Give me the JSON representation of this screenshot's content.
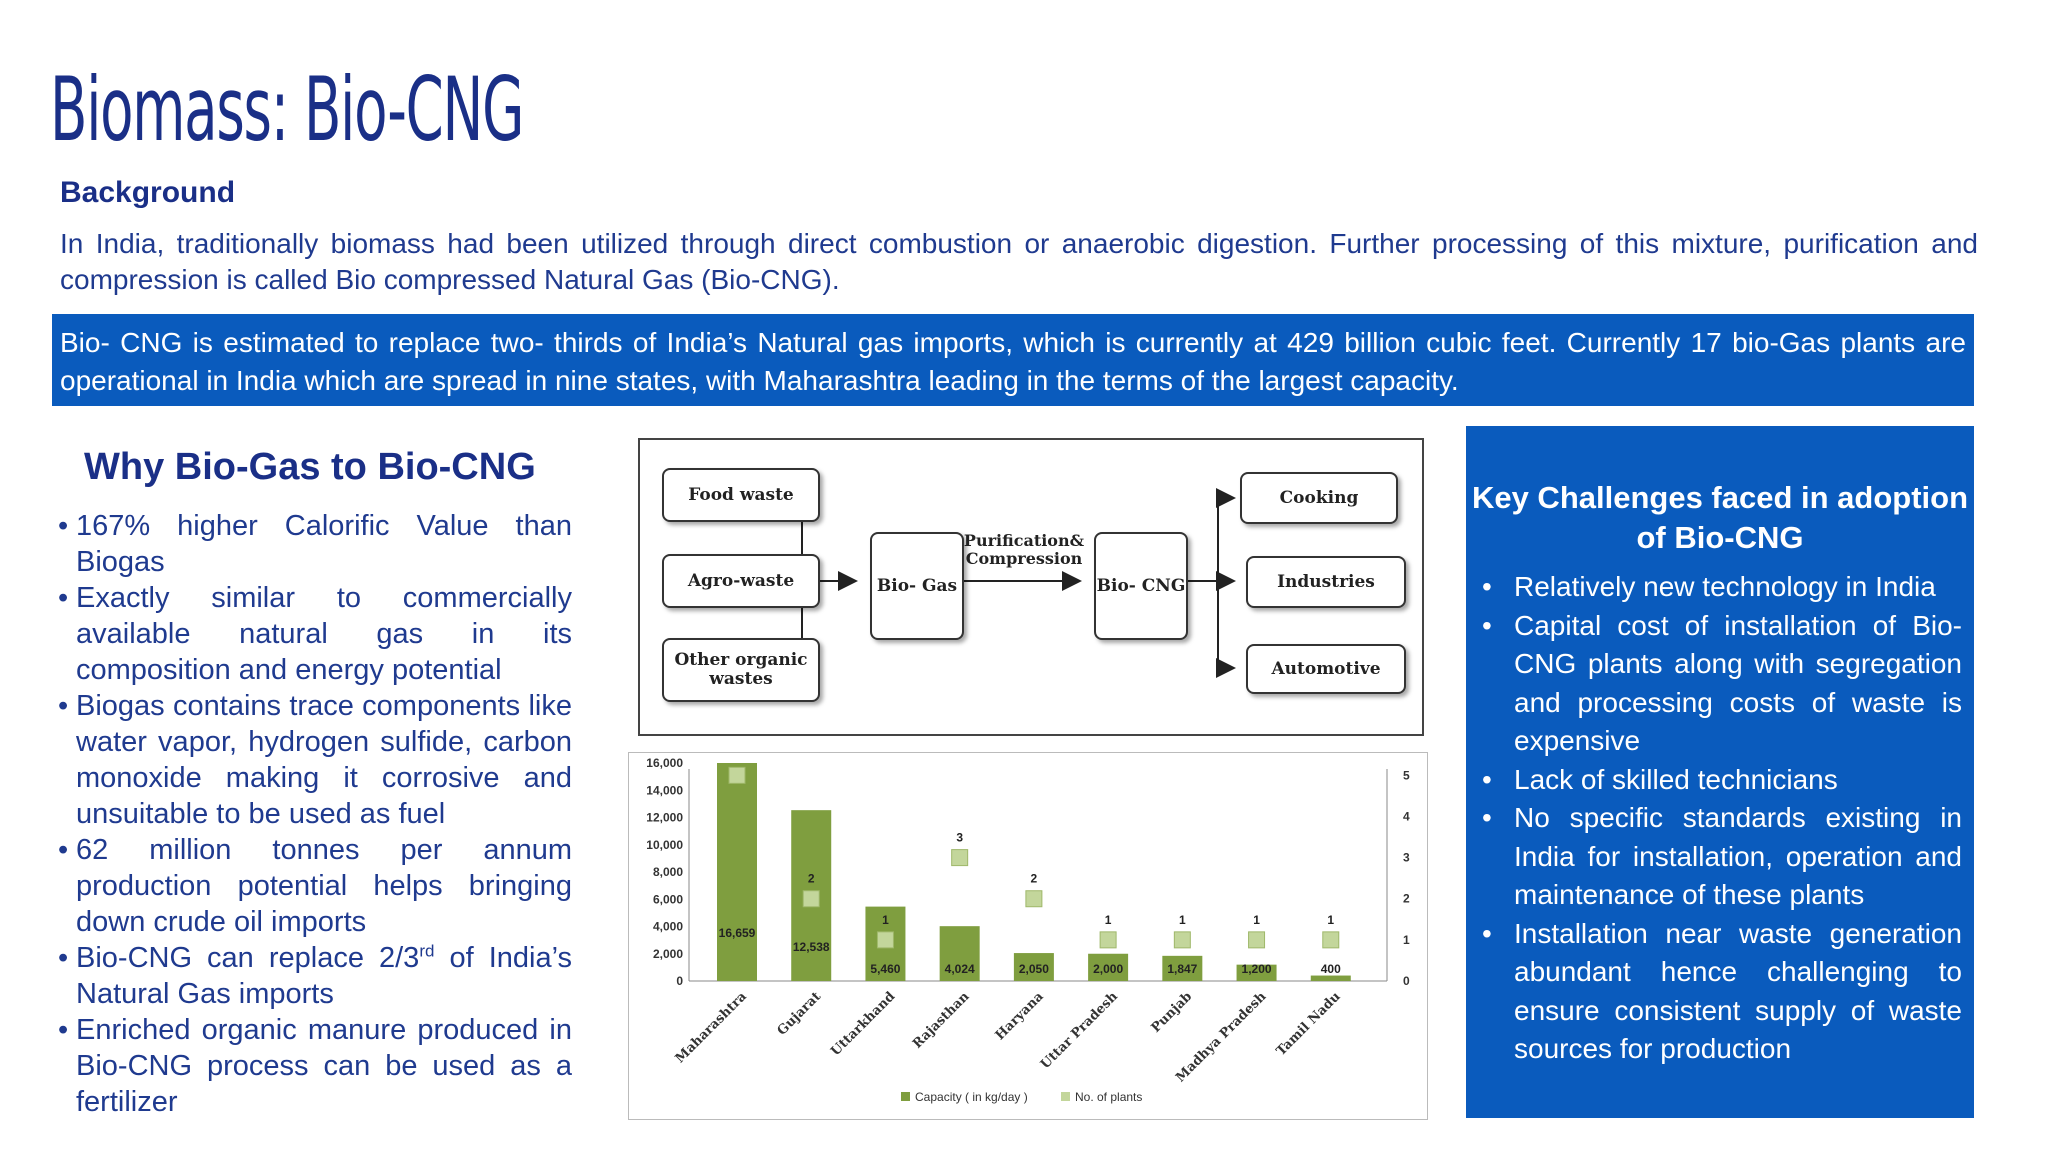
{
  "title": "Biomass: Bio-CNG",
  "background": {
    "heading": "Background",
    "text": "In India, traditionally biomass had been utilized through direct combustion or anaerobic digestion. Further processing of this mixture, purification and compression is called Bio compressed Natural Gas (Bio-CNG)."
  },
  "highlight": "Bio- CNG is estimated to replace two- thirds of India’s Natural gas imports, which is currently at 429 billion cubic feet. Currently 17 bio-Gas plants are operational in India which are spread in nine states, with Maharashtra leading in the terms of the largest capacity.",
  "why": {
    "heading": "Why Bio-Gas to Bio-CNG",
    "items": [
      "167% higher Calorific Value than Biogas",
      "Exactly similar to commercially available natural gas in its composition and energy potential",
      "Biogas contains trace components like water vapor, hydrogen sulfide, carbon monoxide making it corrosive and unsuitable to be used as fuel",
      "62 million tonnes per annum production potential helps bringing down crude oil imports"
    ],
    "item5_pre": "Bio-CNG can replace 2/3",
    "item5_sup": "rd",
    "item5_post": " of India’s Natural Gas imports",
    "item6": "Enriched organic manure produced in Bio-CNG process can be used as a fertilizer"
  },
  "flow": {
    "inputs": [
      "Food waste",
      "Agro-waste",
      "Other organic wastes"
    ],
    "biogas": "Bio- Gas",
    "process": "Purification& Compression",
    "biocng": "Bio- CNG",
    "outputs": [
      "Cooking",
      "Industries",
      "Automotive"
    ]
  },
  "challenges": {
    "heading": "Key Challenges faced in adoption of Bio-CNG",
    "items": [
      "Relatively new technology in India",
      "Capital cost of installation of Bio-CNG plants along with segregation and processing costs of waste is expensive",
      "Lack of skilled technicians",
      "No specific standards existing in India for installation, operation and maintenance of these plants",
      "Installation near waste generation abundant hence challenging to ensure consistent supply of waste sources for production"
    ]
  },
  "chart_data": {
    "type": "bar",
    "categories": [
      "Maharashtra",
      "Gujarat",
      "Uttarkhand",
      "Rajasthan",
      "Haryana",
      "Uttar Pradesh",
      "Punjab",
      "Madhya Pradesh",
      "Tamil Nadu"
    ],
    "series": [
      {
        "name": "Capacity ( in kg/day )",
        "values": [
          16659,
          12538,
          5460,
          4024,
          2050,
          2000,
          1847,
          1200,
          400
        ],
        "axis": "left",
        "color": "#7f9e3f",
        "kind": "bar"
      },
      {
        "name": "No. of plants",
        "values": [
          5,
          2,
          1,
          3,
          2,
          1,
          1,
          1,
          1
        ],
        "axis": "right",
        "color": "#c3d69b",
        "kind": "marker"
      }
    ],
    "y_left": {
      "ticks": [
        "0",
        "2,000",
        "4,000",
        "6,000",
        "8,000",
        "10,000",
        "12,000",
        "14,000",
        "16,000"
      ],
      "lim": [
        0,
        16000
      ]
    },
    "y_right": {
      "ticks": [
        "0",
        "1",
        "2",
        "3",
        "4",
        "5"
      ],
      "lim": [
        0,
        5.3
      ]
    },
    "value_labels": [
      "16,659",
      "12,538",
      "5,460",
      "4,024",
      "2,050",
      "2,000",
      "1,847",
      "1,200",
      "400"
    ],
    "legend_position": "bottom",
    "grid": false
  },
  "colors": {
    "title": "#1a2f87",
    "text": "#1f3a8f",
    "accent_blue": "#0a5bbd",
    "bar": "#7f9e3f",
    "marker": "#c3d69b"
  }
}
